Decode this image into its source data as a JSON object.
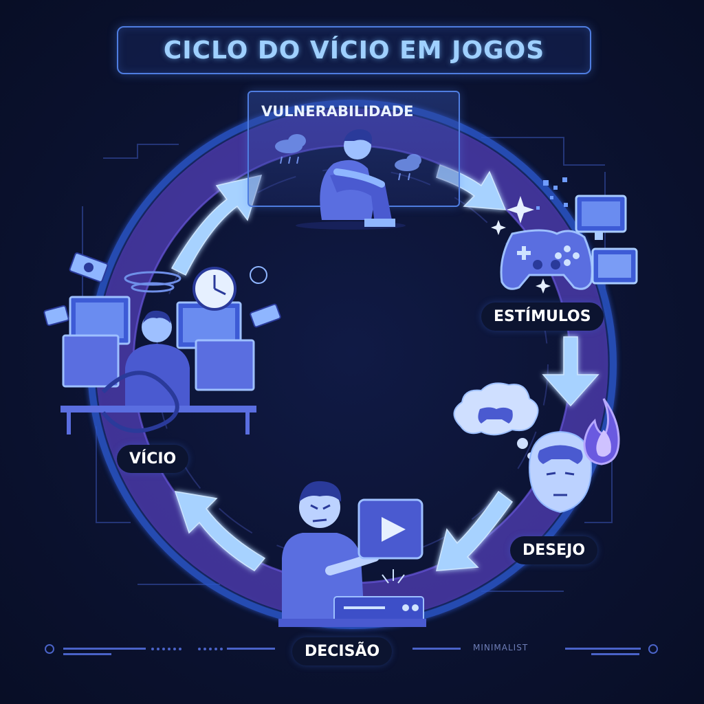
{
  "title": "CICLO DO VÍCIO EM JOGOS",
  "stages": {
    "vulnerabilidade": "VULNERABILIDADE",
    "estimulos": "ESTÍMULOS",
    "desejo": "DESEJO",
    "decisao": "DECISÃO",
    "vicio": "VÍCIO"
  },
  "footer": {
    "watermark": "MINIMALIST"
  },
  "colors": {
    "background": "#0b1230",
    "ring_outer": "#3a5fd0",
    "ring_inner": "#5a3fb5",
    "accent": "#9fd0ff",
    "icon_fill": "#5b6fe0",
    "icon_light": "#8fb6ff"
  },
  "icons": [
    "sad-person-icon",
    "cloud-icon",
    "gamepad-icon",
    "monitor-icon",
    "thought-bubble-icon",
    "flame-icon",
    "play-button-icon",
    "clock-icon",
    "money-icon",
    "gamer-at-desk-icon"
  ]
}
